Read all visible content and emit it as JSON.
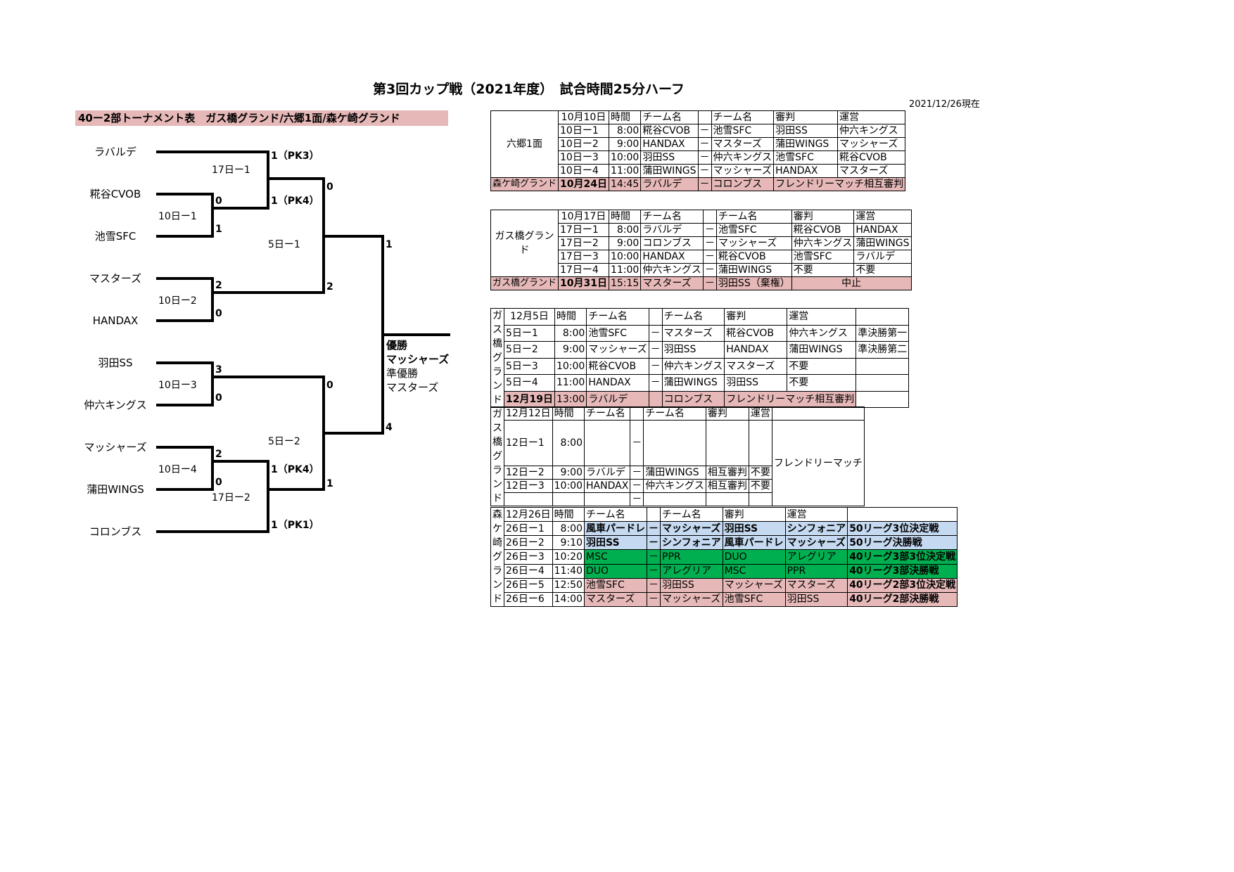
{
  "title": "第3回カップ戦（2021年度）　試合時間25分ハーフ",
  "as_of": "2021/12/26現在",
  "bracket": {
    "title": "40ー2部トーナメント表　ガス橋グランド/六郷1面/森ケ崎グランド",
    "teams": [
      "ラバルデ",
      "糀谷CVOB",
      "池雪SFC",
      "マスターズ",
      "HANDAX",
      "羽田SS",
      "仲六キングス",
      "マッシャーズ",
      "蒲田WINGS",
      "コロンブス"
    ],
    "match_labels": [
      "17日ー1",
      "10日ー1",
      "5日ー1",
      "10日ー2",
      "10日ー3",
      "5日ー2",
      "10日ー4",
      "17日ー2"
    ],
    "scores": {
      "r1_10_1_top": "0",
      "r1_10_1_bot": "1",
      "r1_10_2_top": "2",
      "r1_10_2_bot": "0",
      "r1_10_3_top": "3",
      "r1_10_3_bot": "0",
      "r1_10_4_top": "2",
      "r1_10_4_bot": "0",
      "q_17_1_top": "1（PK3）",
      "q_17_1_bot": "1（PK4）",
      "q_17_2_top": "1（PK4）",
      "q_17_2_bot": "1（PK1）",
      "s_5_1_top": "0",
      "s_5_1_bot": "2",
      "s_5_2_top": "0",
      "s_5_2_bot": "1",
      "f_top": "1",
      "f_bot": "4"
    },
    "result": {
      "winner_label": "優勝",
      "winner": "マッシャーズ",
      "runner_up_label": "準優勝",
      "runner_up": "マスターズ"
    }
  },
  "schedule_blocks": [
    {
      "venue": "六郷1面",
      "header": [
        "10月10日",
        "時間",
        "チーム名",
        "",
        "チーム名",
        "審判",
        "運営"
      ],
      "rows": [
        [
          "10日ー1",
          "8:00",
          "糀谷CVOB",
          "－",
          "池雪SFC",
          "羽田SS",
          "仲六キングス"
        ],
        [
          "10日ー2",
          "9:00",
          "HANDAX",
          "－",
          "マスターズ",
          "蒲田WINGS",
          "マッシャーズ"
        ],
        [
          "10日ー3",
          "10:00",
          "羽田SS",
          "－",
          "仲六キングス",
          "池雪SFC",
          "糀谷CVOB"
        ],
        [
          "10日ー4",
          "11:00",
          "蒲田WINGS",
          "－",
          "マッシャーズ",
          "HANDAX",
          "マスターズ"
        ]
      ],
      "extra": {
        "venue": "森ケ崎グランド",
        "date": "10月24日",
        "time": "14:45",
        "team1": "ラバルデ",
        "dash": "－",
        "team2": "コロンブス",
        "note": "フレンドリーマッチ相互審判"
      }
    },
    {
      "venue": "ガス橋グランド",
      "header": [
        "10月17日",
        "時間",
        "チーム名",
        "",
        "チーム名",
        "審判",
        "運営"
      ],
      "rows": [
        [
          "17日ー1",
          "8:00",
          "ラバルデ",
          "－",
          "池雪SFC",
          "糀谷CVOB",
          "HANDAX"
        ],
        [
          "17日ー2",
          "9:00",
          "コロンブス",
          "－",
          "マッシャーズ",
          "仲六キングス",
          "蒲田WINGS"
        ],
        [
          "17日ー3",
          "10:00",
          "HANDAX",
          "－",
          "糀谷CVOB",
          "池雪SFC",
          "ラバルデ"
        ],
        [
          "17日ー4",
          "11:00",
          "仲六キングス",
          "－",
          "蒲田WINGS",
          "不要",
          "不要"
        ]
      ],
      "extra": {
        "venue": "ガス橋グランド",
        "date": "10月31日",
        "time": "15:15",
        "team1": "マスターズ",
        "dash": "－",
        "team2": "羽田SS（棄権）",
        "note": "中止"
      }
    },
    {
      "venue": "ガス橋グランド",
      "header": [
        "12月5日",
        "時間",
        "チーム名",
        "",
        "チーム名",
        "審判",
        "運営",
        ""
      ],
      "rows": [
        [
          "5日ー1",
          "8:00",
          "池雪SFC",
          "－",
          "マスターズ",
          "糀谷CVOB",
          "仲六キングス",
          "準決勝第一"
        ],
        [
          "5日ー2",
          "9:00",
          "マッシャーズ",
          "－",
          "羽田SS",
          "HANDAX",
          "蒲田WINGS",
          "準決勝第二"
        ],
        [
          "5日ー3",
          "10:00",
          "糀谷CVOB",
          "－",
          "仲六キングス",
          "マスターズ",
          "不要",
          ""
        ],
        [
          "5日ー4",
          "11:00",
          "HANDAX",
          "－",
          "蒲田WINGS",
          "羽田SS",
          "不要",
          ""
        ]
      ],
      "extra": {
        "date": "12月19日",
        "time": "13:00",
        "team1": "ラバルデ",
        "dash": "",
        "team2": "コロンブス",
        "note": "フレンドリーマッチ相互審判"
      }
    },
    {
      "venue": "ガス橋グランド",
      "header": [
        "12月12日",
        "時間",
        "チーム名",
        "",
        "チーム名",
        "審判",
        "運営",
        ""
      ],
      "rows": [
        [
          "12日ー1",
          "8:00",
          "",
          "－",
          "",
          "",
          ""
        ],
        [
          "12日ー2",
          "9:00",
          "ラバルデ",
          "－",
          "蒲田WINGS",
          "相互審判",
          "不要"
        ],
        [
          "12日ー3",
          "10:00",
          "HANDAX",
          "－",
          "仲六キングス",
          "相互審判",
          "不要"
        ],
        [
          "",
          "",
          "",
          "－",
          "",
          "",
          ""
        ]
      ],
      "side_note": "フレンドリーマッチ"
    },
    {
      "venue": "森ケ崎グランド",
      "header": [
        "12月26日",
        "時間",
        "チーム名",
        "",
        "チーム名",
        "審判",
        "運営",
        ""
      ],
      "rows": [
        [
          "26日ー1",
          "8:00",
          "風車パードレ",
          "－",
          "マッシャーズ",
          "羽田SS",
          "シンフォニア",
          "50リーグ3位決定戦"
        ],
        [
          "26日ー2",
          "9:10",
          "羽田SS",
          "－",
          "シンフォニア",
          "風車パードレ",
          "マッシャーズ",
          "50リーグ決勝戦"
        ],
        [
          "26日ー3",
          "10:20",
          "MSC",
          "－",
          "PPR",
          "DUO",
          "アレグリア",
          "40リーグ3部3位決定戦"
        ],
        [
          "26日ー4",
          "11:40",
          "DUO",
          "－",
          "アレグリア",
          "MSC",
          "PPR",
          "40リーグ3部決勝戦"
        ],
        [
          "26日ー5",
          "12:50",
          "池雪SFC",
          "－",
          "羽田SS",
          "マッシャーズ",
          "マスターズ",
          "40リーグ2部3位決定戦"
        ],
        [
          "26日ー6",
          "14:00",
          "マスターズ",
          "－",
          "マッシャーズ",
          "池雪SFC",
          "羽田SS",
          "40リーグ2部決勝戦"
        ]
      ]
    }
  ],
  "colors": {
    "pink": "#e6b8b8",
    "blue": "#c5d9f1",
    "green": "#00b050"
  }
}
